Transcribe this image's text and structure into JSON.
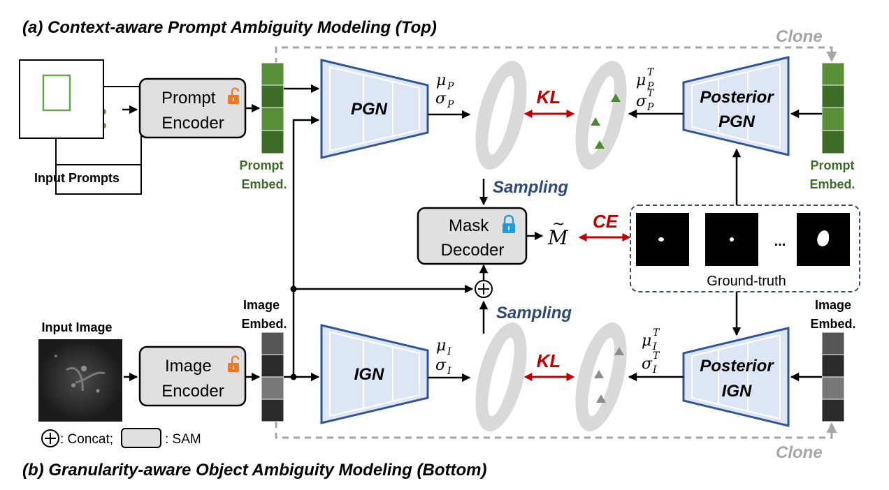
{
  "titles": {
    "top": "(a) Context-aware Prompt Ambiguity Modeling (Top)",
    "bottom": "(b) Granularity-aware Object Ambiguity Modeling (Bottom)"
  },
  "clone_label": "Clone",
  "inputs": {
    "prompts_label": "Input Prompts",
    "image_label": "Input Image"
  },
  "encoders": {
    "prompt": [
      "Prompt",
      "Encoder"
    ],
    "image": [
      "Image",
      "Encoder"
    ],
    "mask_decoder": [
      "Mask",
      "Decoder"
    ]
  },
  "embeds": {
    "prompt": [
      "Prompt",
      "Embed."
    ],
    "image": [
      "Image",
      "Embed."
    ]
  },
  "networks": {
    "pgn": "PGN",
    "ign": "IGN",
    "posterior_pgn": [
      "Posterior",
      "PGN"
    ],
    "posterior_ign": [
      "Posterior",
      "IGN"
    ]
  },
  "symbols": {
    "mu": "μ",
    "sigma": "σ",
    "sub_p": "P",
    "sub_i": "I",
    "sup_t": "T",
    "m_tilde": "M",
    "tilde": "~"
  },
  "losses": {
    "kl": "KL",
    "ce": "CE"
  },
  "sampling": "Sampling",
  "ground_truth": {
    "label": "Ground-truth",
    "ellipsis": "..."
  },
  "legend": {
    "concat": ": Concat;",
    "sam": ": SAM"
  },
  "colors": {
    "accent_green": "#3d6b2a",
    "loss_red": "#c00000",
    "sampling_blue": "#2e4a7a",
    "network_fill": "#dde6f5",
    "network_stroke": "#2f5597",
    "sam_fill": "#e0e0e0",
    "lock_open": "#f07a20",
    "lock_closed": "#1e9be0"
  },
  "icons": [
    "open-lock-icon",
    "closed-lock-icon",
    "concat-icon",
    "triangle-marker-icon"
  ]
}
